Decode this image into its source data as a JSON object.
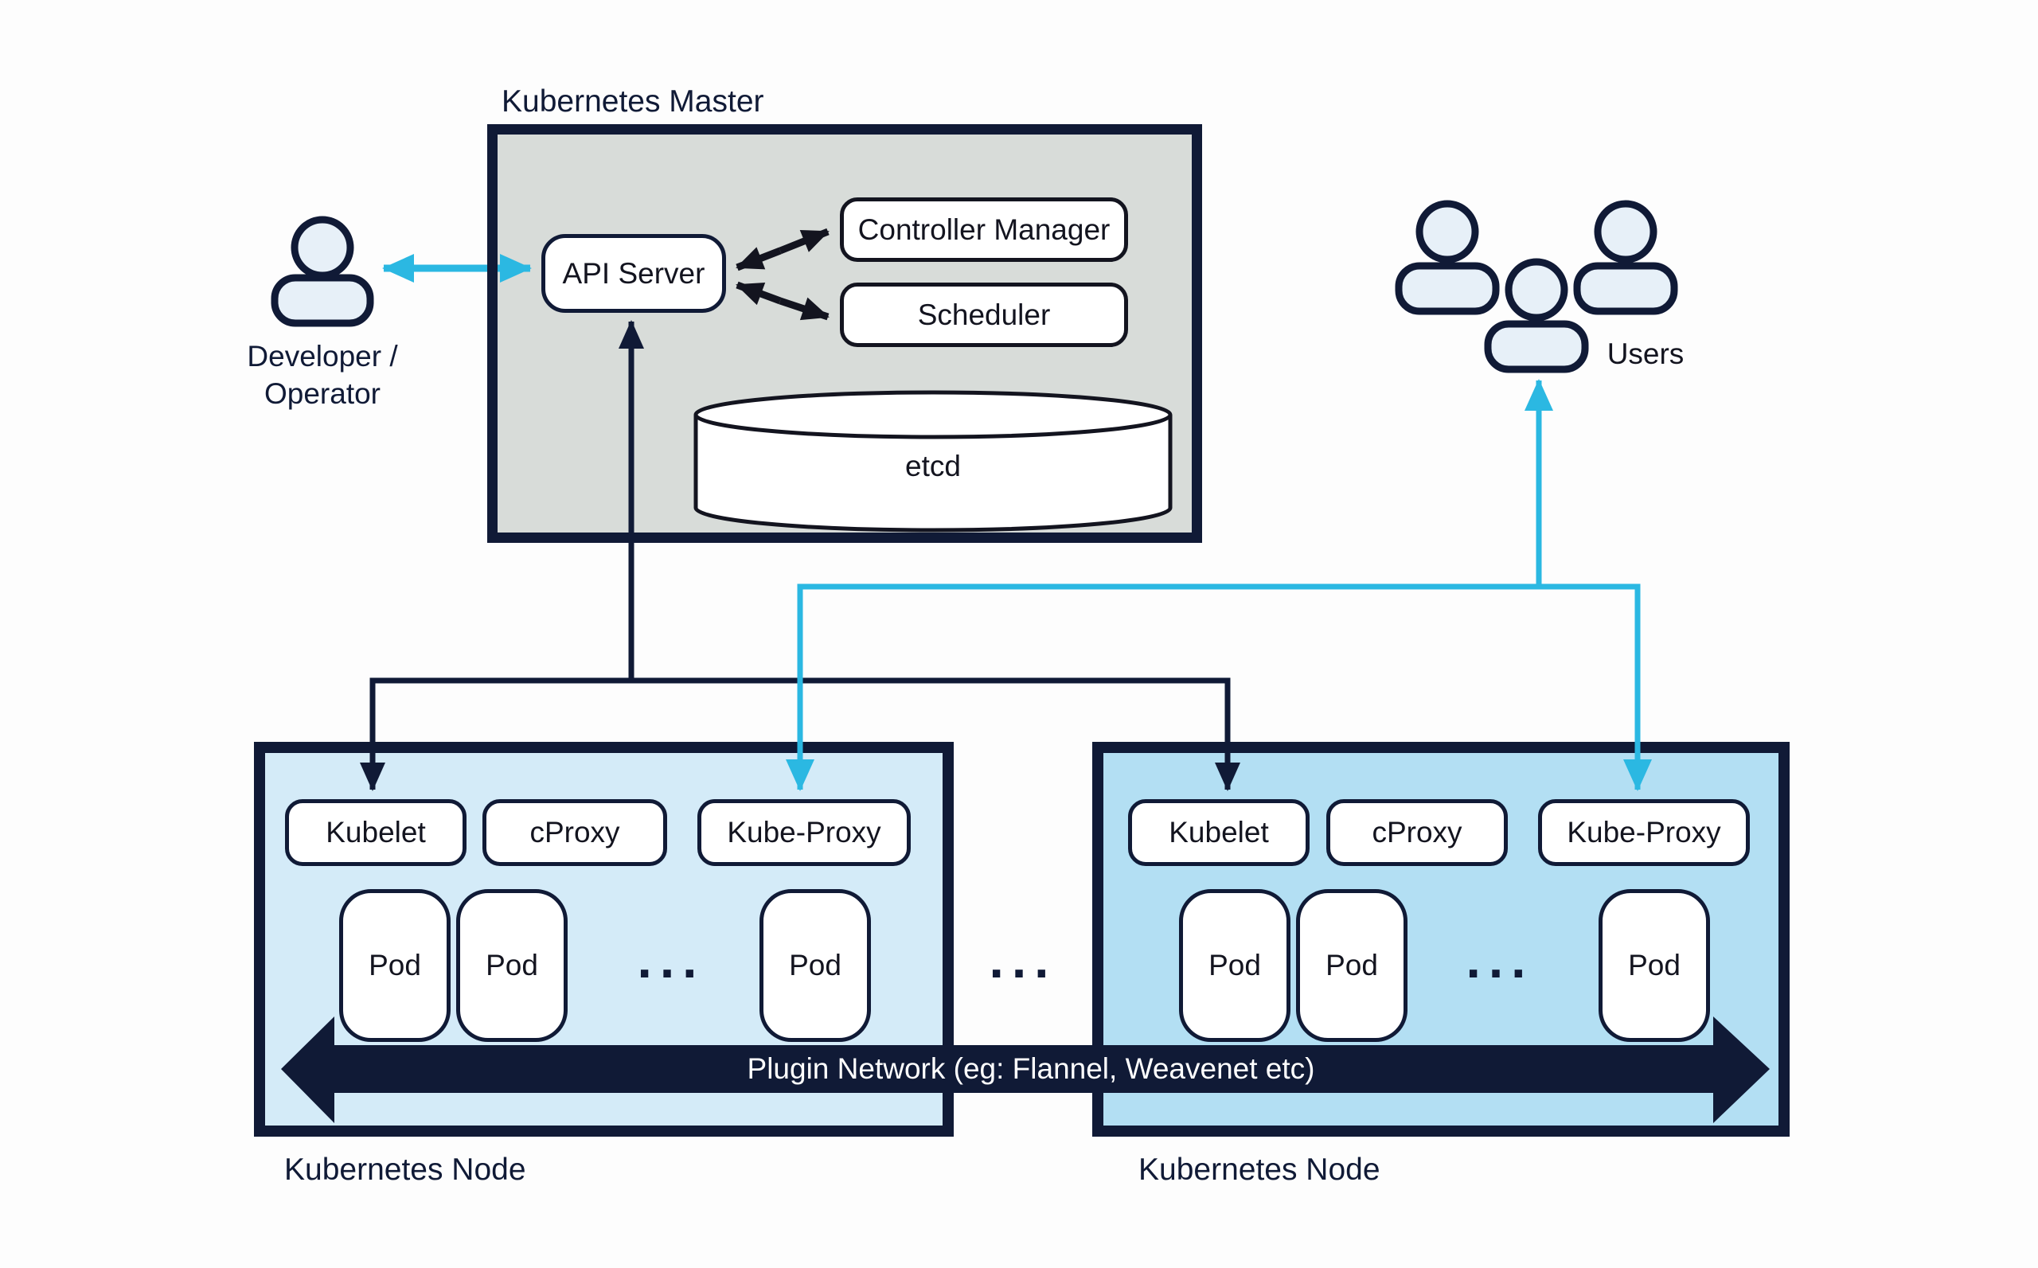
{
  "colors": {
    "navy": "#101a36",
    "ink": "#13141f",
    "cyan": "#2bb8e2",
    "master_fill": "#d8dcd9",
    "node_left_fill": "#d4ebf8",
    "node_right_fill": "#b3dff3",
    "person_fill": "#e7f0f8",
    "box_fill": "#ffffff",
    "background": "#fdfdfd",
    "band_text": "#ffffff"
  },
  "master": {
    "label": "Kubernetes Master",
    "api_server": "API Server",
    "controller_manager": "Controller Manager",
    "scheduler": "Scheduler",
    "etcd": "etcd"
  },
  "actors": {
    "developer": {
      "line1": "Developer /",
      "line2": "Operator"
    },
    "users": {
      "label": "Users"
    }
  },
  "nodes": [
    {
      "label": "Kubernetes Node",
      "components": [
        "Kubelet",
        "cProxy",
        "Kube-Proxy"
      ],
      "pods": [
        "Pod",
        "Pod",
        "Pod"
      ],
      "ellipsis": "..."
    },
    {
      "label": "Kubernetes Node",
      "components": [
        "Kubelet",
        "cProxy",
        "Kube-Proxy"
      ],
      "pods": [
        "Pod",
        "Pod",
        "Pod"
      ],
      "ellipsis": "..."
    }
  ],
  "between_nodes_ellipsis": "...",
  "plugin_network": {
    "label": "Plugin Network (eg: Flannel, Weavenet etc)"
  }
}
